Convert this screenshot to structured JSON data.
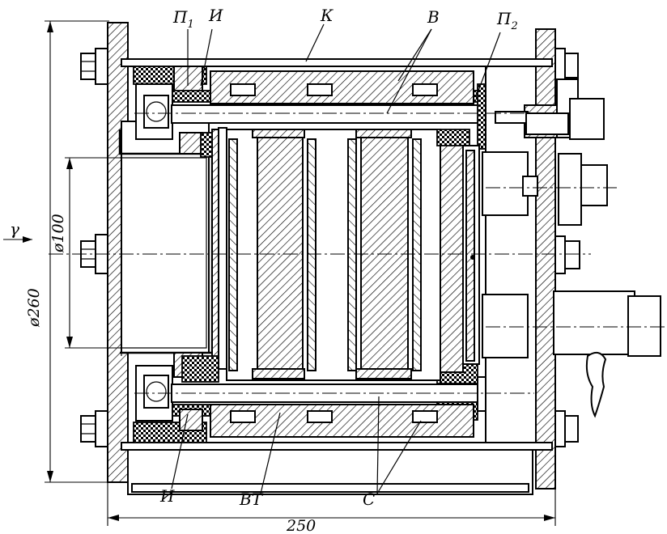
{
  "labels": {
    "p1_main": "П",
    "p1_sub": "1",
    "i_top": "И",
    "k": "К",
    "v": "В",
    "p2_main": "П",
    "p2_sub": "2",
    "gamma": "γ",
    "i_bottom": "И",
    "vt": "ВТ",
    "c": "С"
  },
  "dimensions": {
    "d260": "ø260",
    "d100": "ø100",
    "len250": "250"
  }
}
